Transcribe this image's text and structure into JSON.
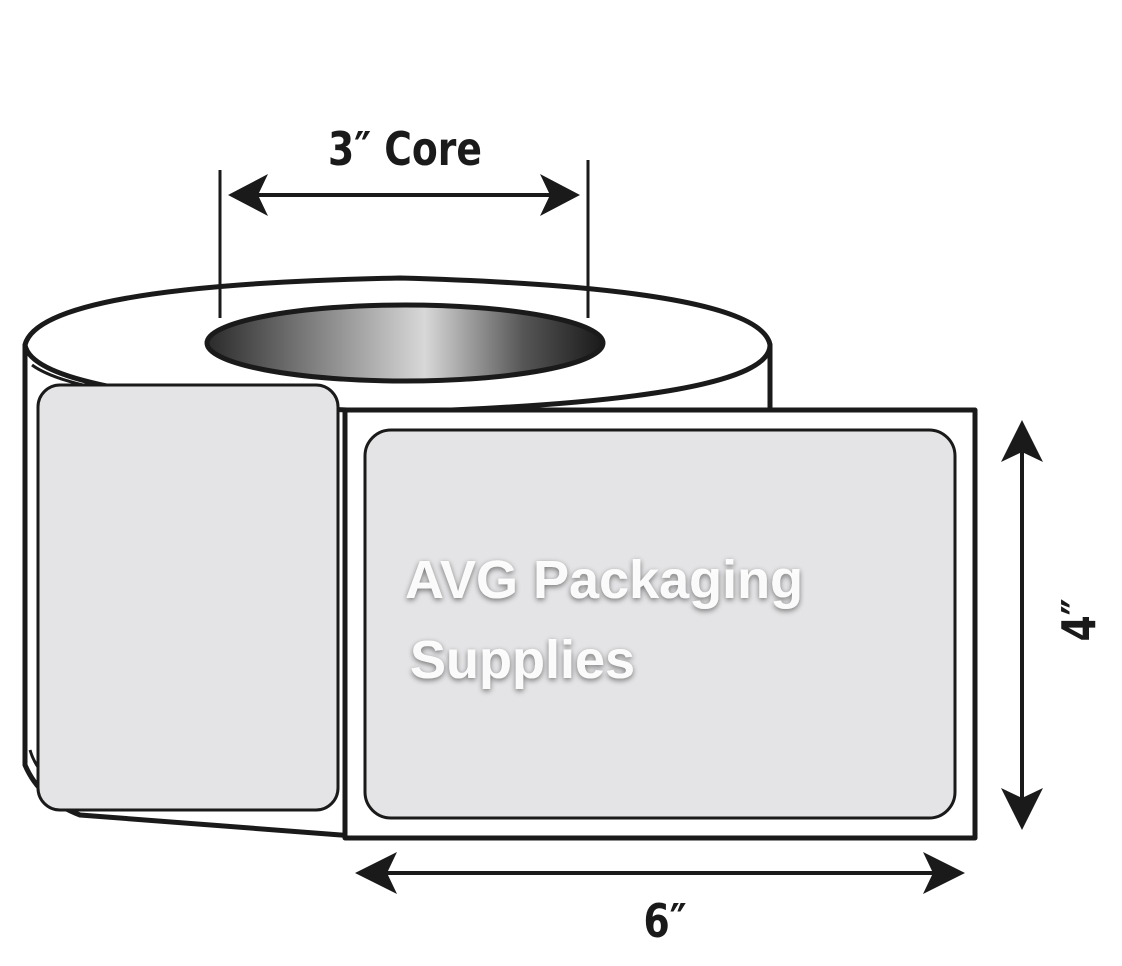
{
  "dimensions": {
    "core": "3″ Core",
    "height": "4″",
    "width": "6″"
  },
  "watermark": {
    "line1": "AVG Packaging",
    "line2": "Supplies"
  },
  "colors": {
    "outline": "#1a1a1a",
    "label_fill": "#e4e4e6",
    "roll_fill": "#ffffff",
    "watermark": "#ffffff"
  }
}
